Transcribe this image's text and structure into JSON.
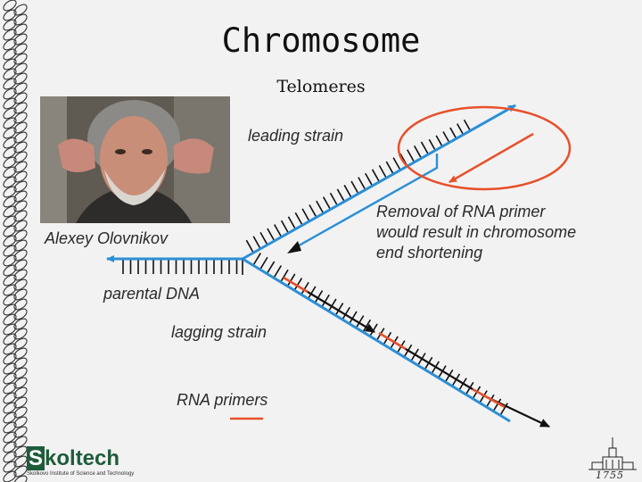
{
  "slide": {
    "title": "Chromosome",
    "subtitle": "Telomeres"
  },
  "photo": {
    "caption": "Alexey Olovnikov"
  },
  "diagram": {
    "labels": {
      "leading": "leading strain",
      "parental": "parental DNA",
      "lagging": "lagging strain",
      "primers": "RNA primers",
      "removal_line1": "Removal of RNA primer",
      "removal_line2": "would result in chromosome",
      "removal_line3": "end shortening"
    },
    "colors": {
      "strand_blue": "#2b8fd6",
      "primer_red": "#e8502a",
      "rung_black": "#111111"
    }
  },
  "branding": {
    "logo_word": "Skoltech",
    "logo_tagline": "Skolkovo Institute of Science and Technology",
    "crest_year": "1755"
  }
}
